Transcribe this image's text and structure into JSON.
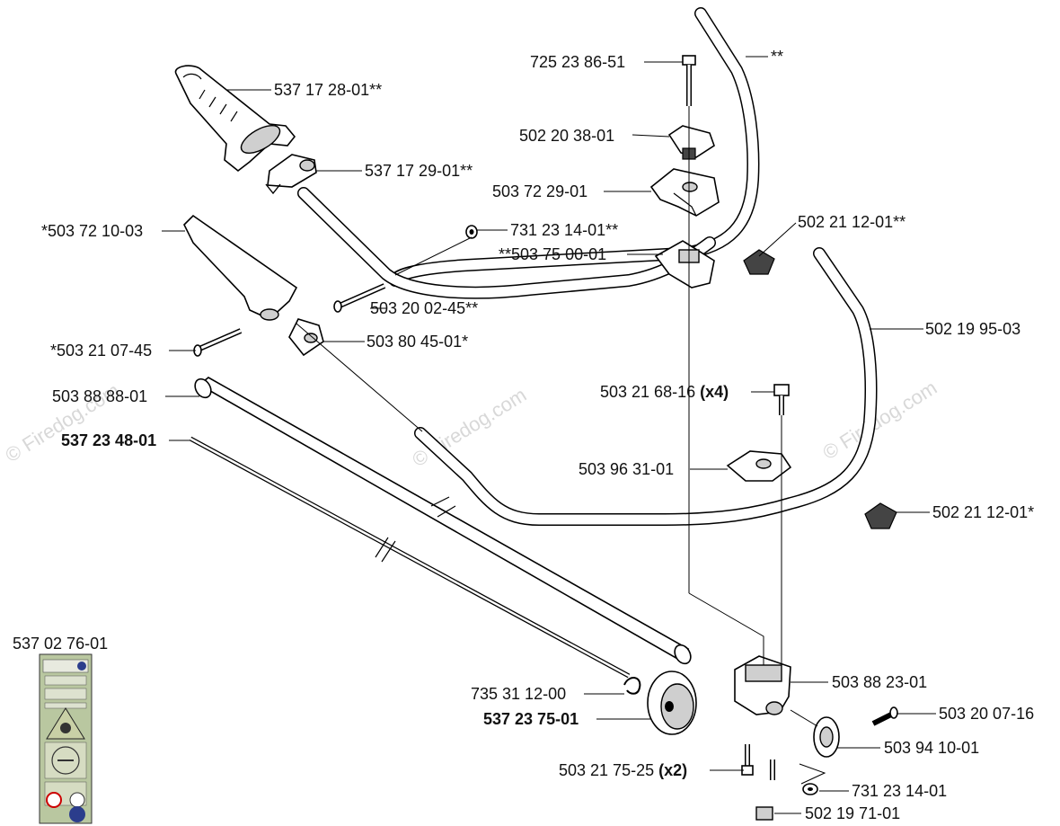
{
  "watermark": "© Firedog.com",
  "labels": {
    "l1": "725 23 86-51",
    "l2": "**",
    "l3": "537 17 28-01**",
    "l4": "502 20 38-01",
    "l5": "537 17 29-01**",
    "l6": "503 72 29-01",
    "l7": "502 21 12-01**",
    "l8": "*503 72 10-03",
    "l9": "731 23 14-01**",
    "l10": "**503 75 00-01",
    "l11": "503 20 02-45**",
    "l12": "502 19 95-03",
    "l13": "*503 21 07-45",
    "l14": "503 80 45-01*",
    "l15_main": "503 21 68-16 ",
    "l15_qty": "(x4)",
    "l16": "503 88 88-01",
    "l17": "537 23 48-01",
    "l18": "503 96 31-01",
    "l19": "502 21 12-01*",
    "l20": "537 02 76-01",
    "l21": "503 88 23-01",
    "l22": "735 31 12-00",
    "l23": "503 20 07-16",
    "l24": "537 23 75-01",
    "l25": "503 94 10-01",
    "l26_main": "503 21 75-25 ",
    "l26_qty": "(x2)",
    "l27": "731 23 14-01",
    "l28": "502 19 71-01"
  }
}
